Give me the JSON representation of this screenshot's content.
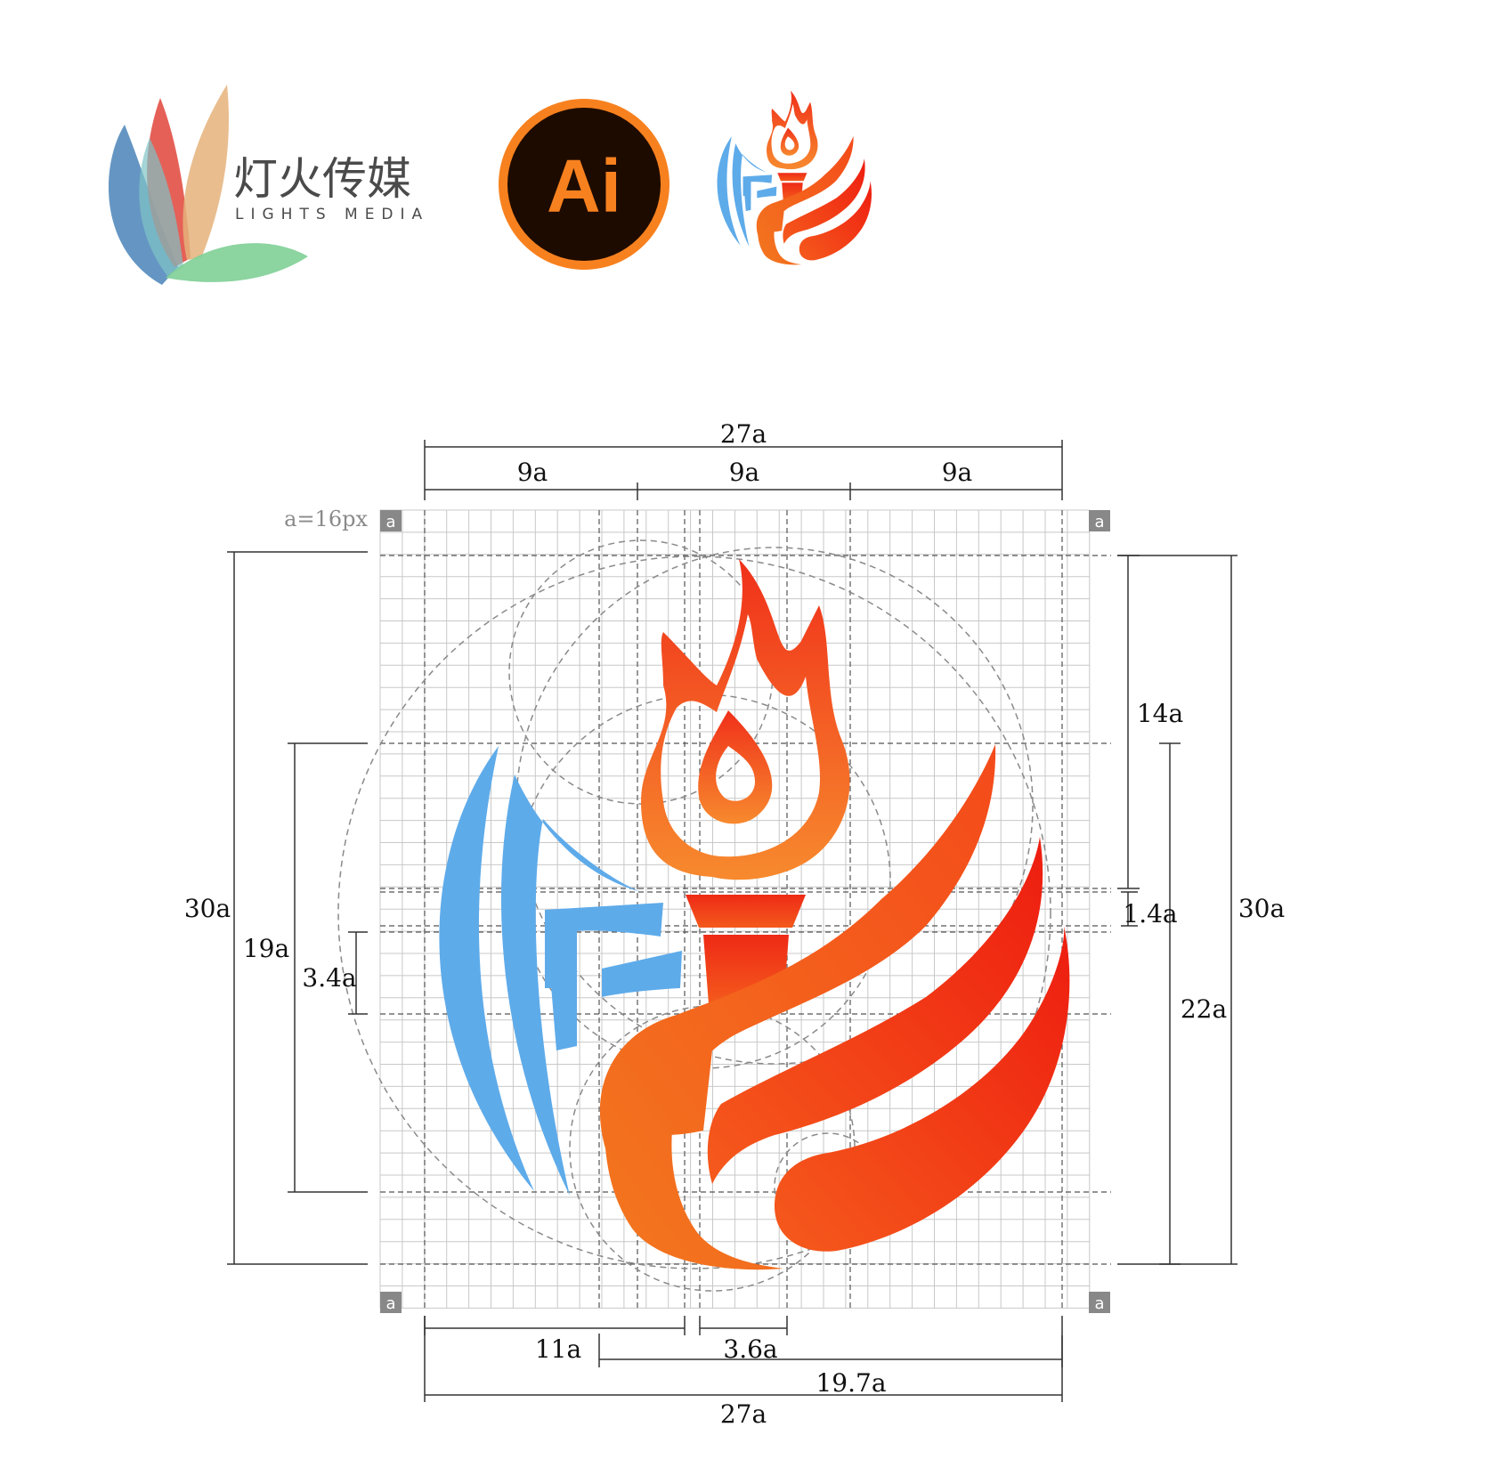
{
  "brand": {
    "name_cn": "灯火传媒",
    "name_en": "LIGHTS MEDIA"
  },
  "app_icon": {
    "label": "Ai",
    "ring_color": "#f7811f",
    "fill_color": "#1e0b00"
  },
  "logo": {
    "colors": {
      "blue": "#5eabea",
      "flame_light": "#f78a2e",
      "flame_dark": "#f0301a",
      "body_orange": "#f26a22"
    }
  },
  "grid": {
    "unit_note": "a=16px",
    "corner_marker": "a",
    "columns": 27,
    "rows": 30
  },
  "dimensions": {
    "top_total": "27a",
    "top_thirds": [
      "9a",
      "9a",
      "9a"
    ],
    "left_outer": "30a",
    "left_inner": "19a",
    "left_band": "3.4a",
    "right_upper": "14a",
    "right_cup": "1.4a",
    "right_lower": "22a",
    "right_outer": "30a",
    "bottom_left": "11a",
    "bottom_stem": "3.6a",
    "bottom_right": "19.7a",
    "bottom_total": "27a"
  }
}
